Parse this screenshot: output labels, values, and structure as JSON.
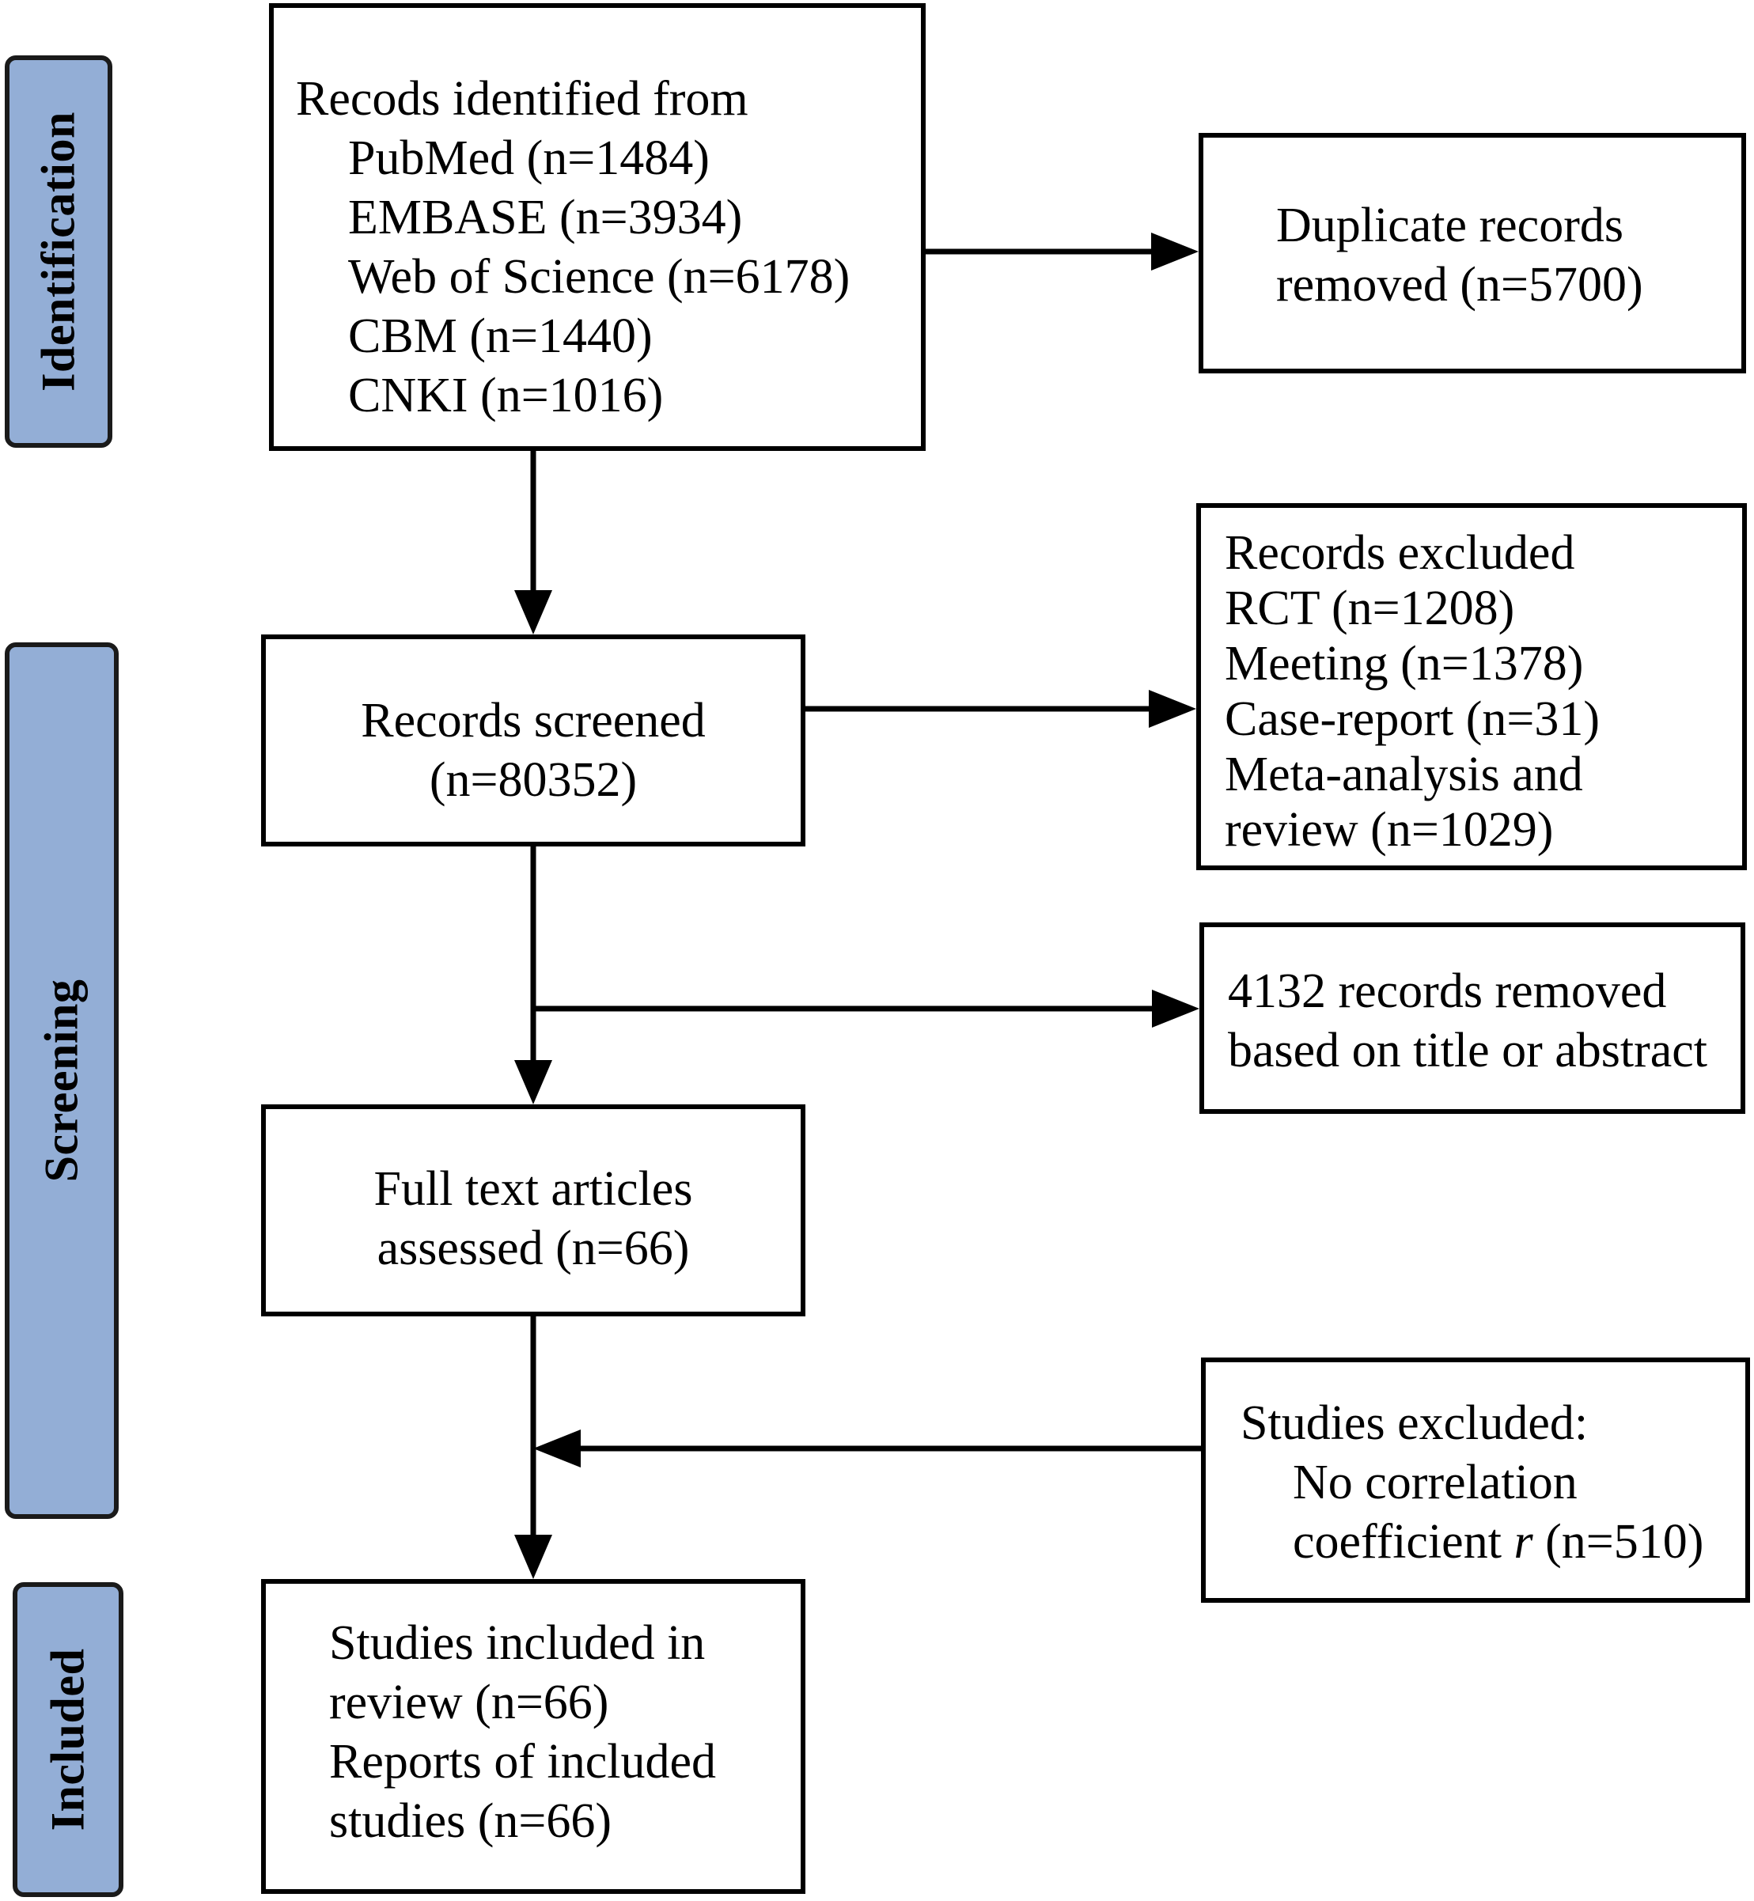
{
  "stages": {
    "identification": "Identification",
    "screening": "Screening",
    "included": "Included"
  },
  "boxes": {
    "records_identified": {
      "heading": "Recods identified from",
      "sources": [
        "PubMed (n=1484)",
        "EMBASE (n=3934)",
        "Web of Science (n=6178)",
        "CBM (n=1440)",
        "CNKI (n=1016)"
      ]
    },
    "duplicates_removed": {
      "lines": [
        "Duplicate records",
        "removed (n=5700)"
      ]
    },
    "records_screened": {
      "lines": [
        "Records screened",
        "(n=80352)"
      ]
    },
    "records_excluded": {
      "heading": "Records excluded",
      "items": [
        "RCT (n=1208)",
        "Meeting (n=1378)",
        "Case-report (n=31)",
        "Meta-analysis and",
        "review (n=1029)"
      ]
    },
    "title_abstract_removed": {
      "lines": [
        "4132 records removed",
        "based on title or abstract"
      ]
    },
    "full_text_assessed": {
      "lines": [
        "Full text articles",
        "assessed (n=66)"
      ]
    },
    "studies_excluded": {
      "heading": "Studies excluded:",
      "line1": "No correlation",
      "line2_prefix": "coefficient ",
      "line2_italic": "r",
      "line2_suffix": " (n=510)"
    },
    "studies_included": {
      "lines": [
        "Studies included in",
        "review (n=66)",
        "Reports of included",
        "studies (n=66)"
      ]
    }
  },
  "colors": {
    "stage_fill": "#93aed6",
    "line": "#000000"
  }
}
